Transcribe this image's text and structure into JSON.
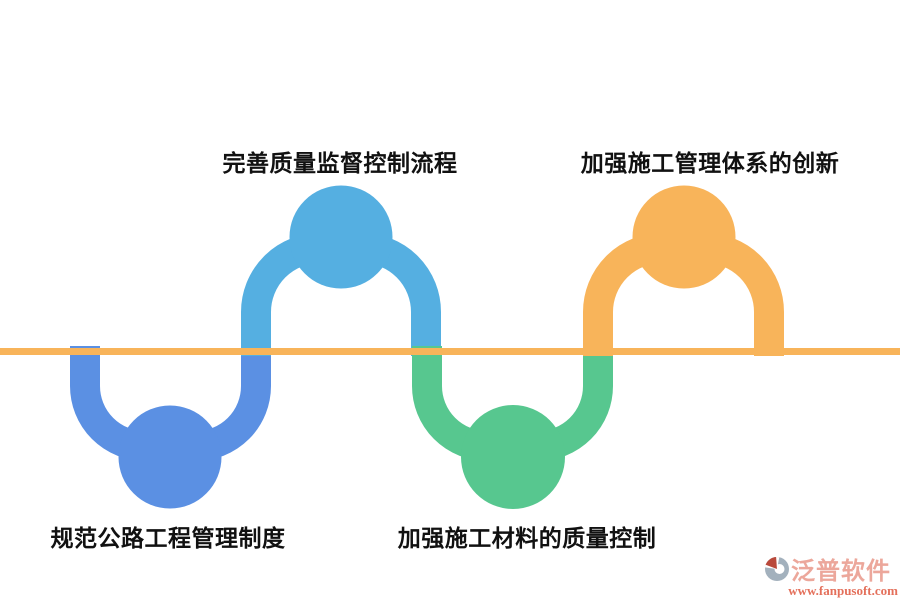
{
  "canvas": {
    "background": "#ffffff"
  },
  "colors": {
    "baseline": "#F8B45A",
    "label_text": "#111111"
  },
  "diagram": {
    "type": "alternating-wave-flow",
    "description": "horizontal baseline with four circle nodes alternating below/above the line, joined by one continuous rounded wave",
    "nodes": [
      {
        "order": 1,
        "label": "规范公路工程管理制度",
        "side": "below",
        "color": "#5B90E3"
      },
      {
        "order": 2,
        "label": "完善质量监督控制流程",
        "side": "above",
        "color": "#55AFE1"
      },
      {
        "order": 3,
        "label": "加强施工材料的质量控制",
        "side": "below",
        "color": "#57C78F"
      },
      {
        "order": 4,
        "label": "加强施工管理体系的创新",
        "side": "above",
        "color": "#F8B45A"
      }
    ]
  },
  "logo": {
    "name": "泛普软件",
    "url": "www.fanpusoft.com",
    "name_color": "#ECA79B",
    "url_color": "#E4705B",
    "mark_grey": "#A3B1BD",
    "mark_red": "#B9493B"
  }
}
